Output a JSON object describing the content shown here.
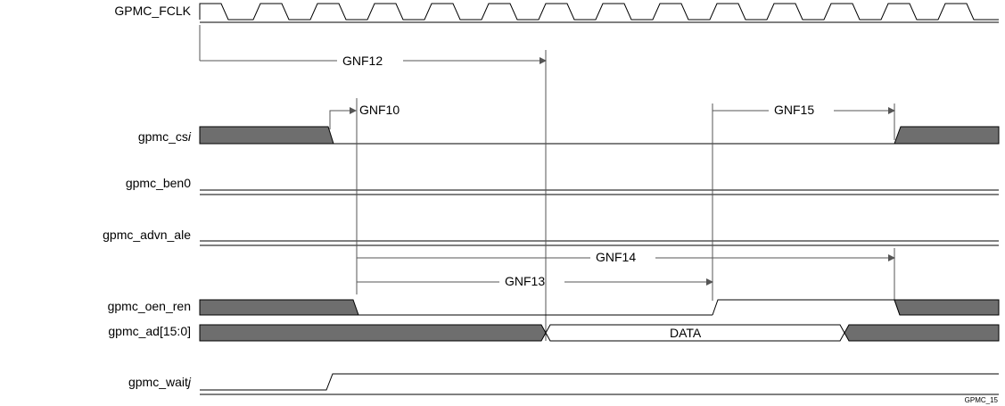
{
  "signals": [
    {
      "id": "fclk",
      "label": "GPMC_FCLK",
      "suffix": ""
    },
    {
      "id": "csi",
      "label": "gpmc_cs",
      "suffix": "i"
    },
    {
      "id": "ben0",
      "label": "gpmc_ben0",
      "suffix": ""
    },
    {
      "id": "advn",
      "label": "gpmc_advn_ale",
      "suffix": ""
    },
    {
      "id": "oen",
      "label": "gpmc_oen_ren",
      "suffix": ""
    },
    {
      "id": "ad",
      "label": "gpmc_ad[15:0]",
      "suffix": ""
    },
    {
      "id": "wait",
      "label": "gpmc_wait",
      "suffix": "j"
    }
  ],
  "parameters": {
    "gnf10": "GNF10",
    "gnf12": "GNF12",
    "gnf13": "GNF13",
    "gnf14": "GNF14",
    "gnf15": "GNF15"
  },
  "bus_data_label": "DATA",
  "figure_id": "GPMC_15",
  "colors": {
    "fill": "#6e6e6e",
    "line": "#000000",
    "arrow": "#555555"
  }
}
